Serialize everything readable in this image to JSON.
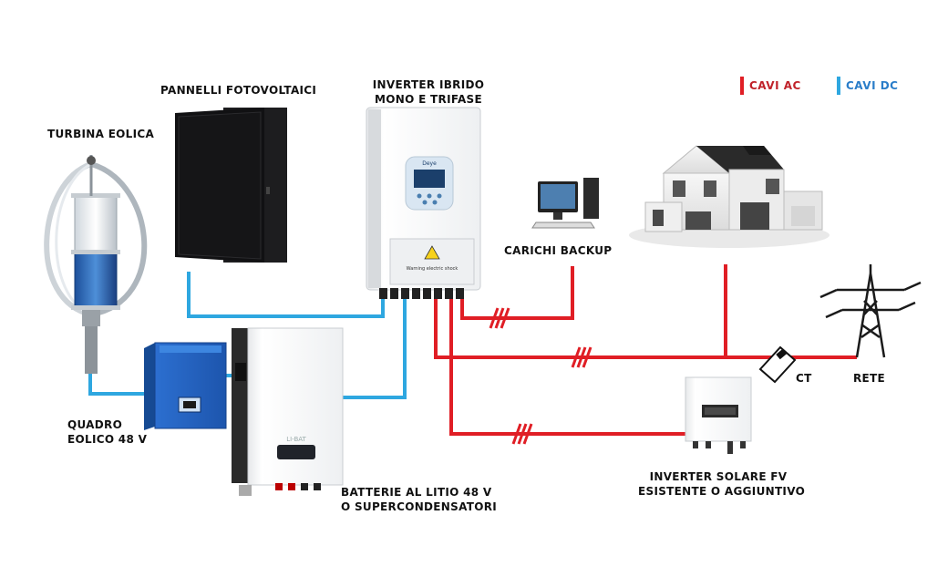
{
  "legend": {
    "ac_label": "CAVI AC",
    "dc_label": "CAVI DC",
    "ac_color": "#e01e25",
    "dc_color": "#2ea7e0"
  },
  "components": {
    "wind_turbine": "TURBINA EOLICA",
    "solar_panels": "PANNELLI FOTOVOLTAICI",
    "hybrid_inverter_line1": "INVERTER IBRIDO",
    "hybrid_inverter_line2": "MONO E TRIFASE",
    "backup_loads": "CARICHI BACKUP",
    "wind_controller_line1": "QUADRO",
    "wind_controller_line2": "EOLICO 48 V",
    "batteries_line1": "BATTERIE AL LITIO 48 V",
    "batteries_line2": "O SUPERCONDENSATORI",
    "pv_inverter_line1": "INVERTER SOLARE FV",
    "pv_inverter_line2": "ESISTENTE O AGGIUNTIVO",
    "ct": "CT",
    "grid": "RETE"
  },
  "device_texts": {
    "inverter_brand": "Deye",
    "inverter_warning": "Warning electric shock",
    "battery_brand": "LI-BAT"
  }
}
